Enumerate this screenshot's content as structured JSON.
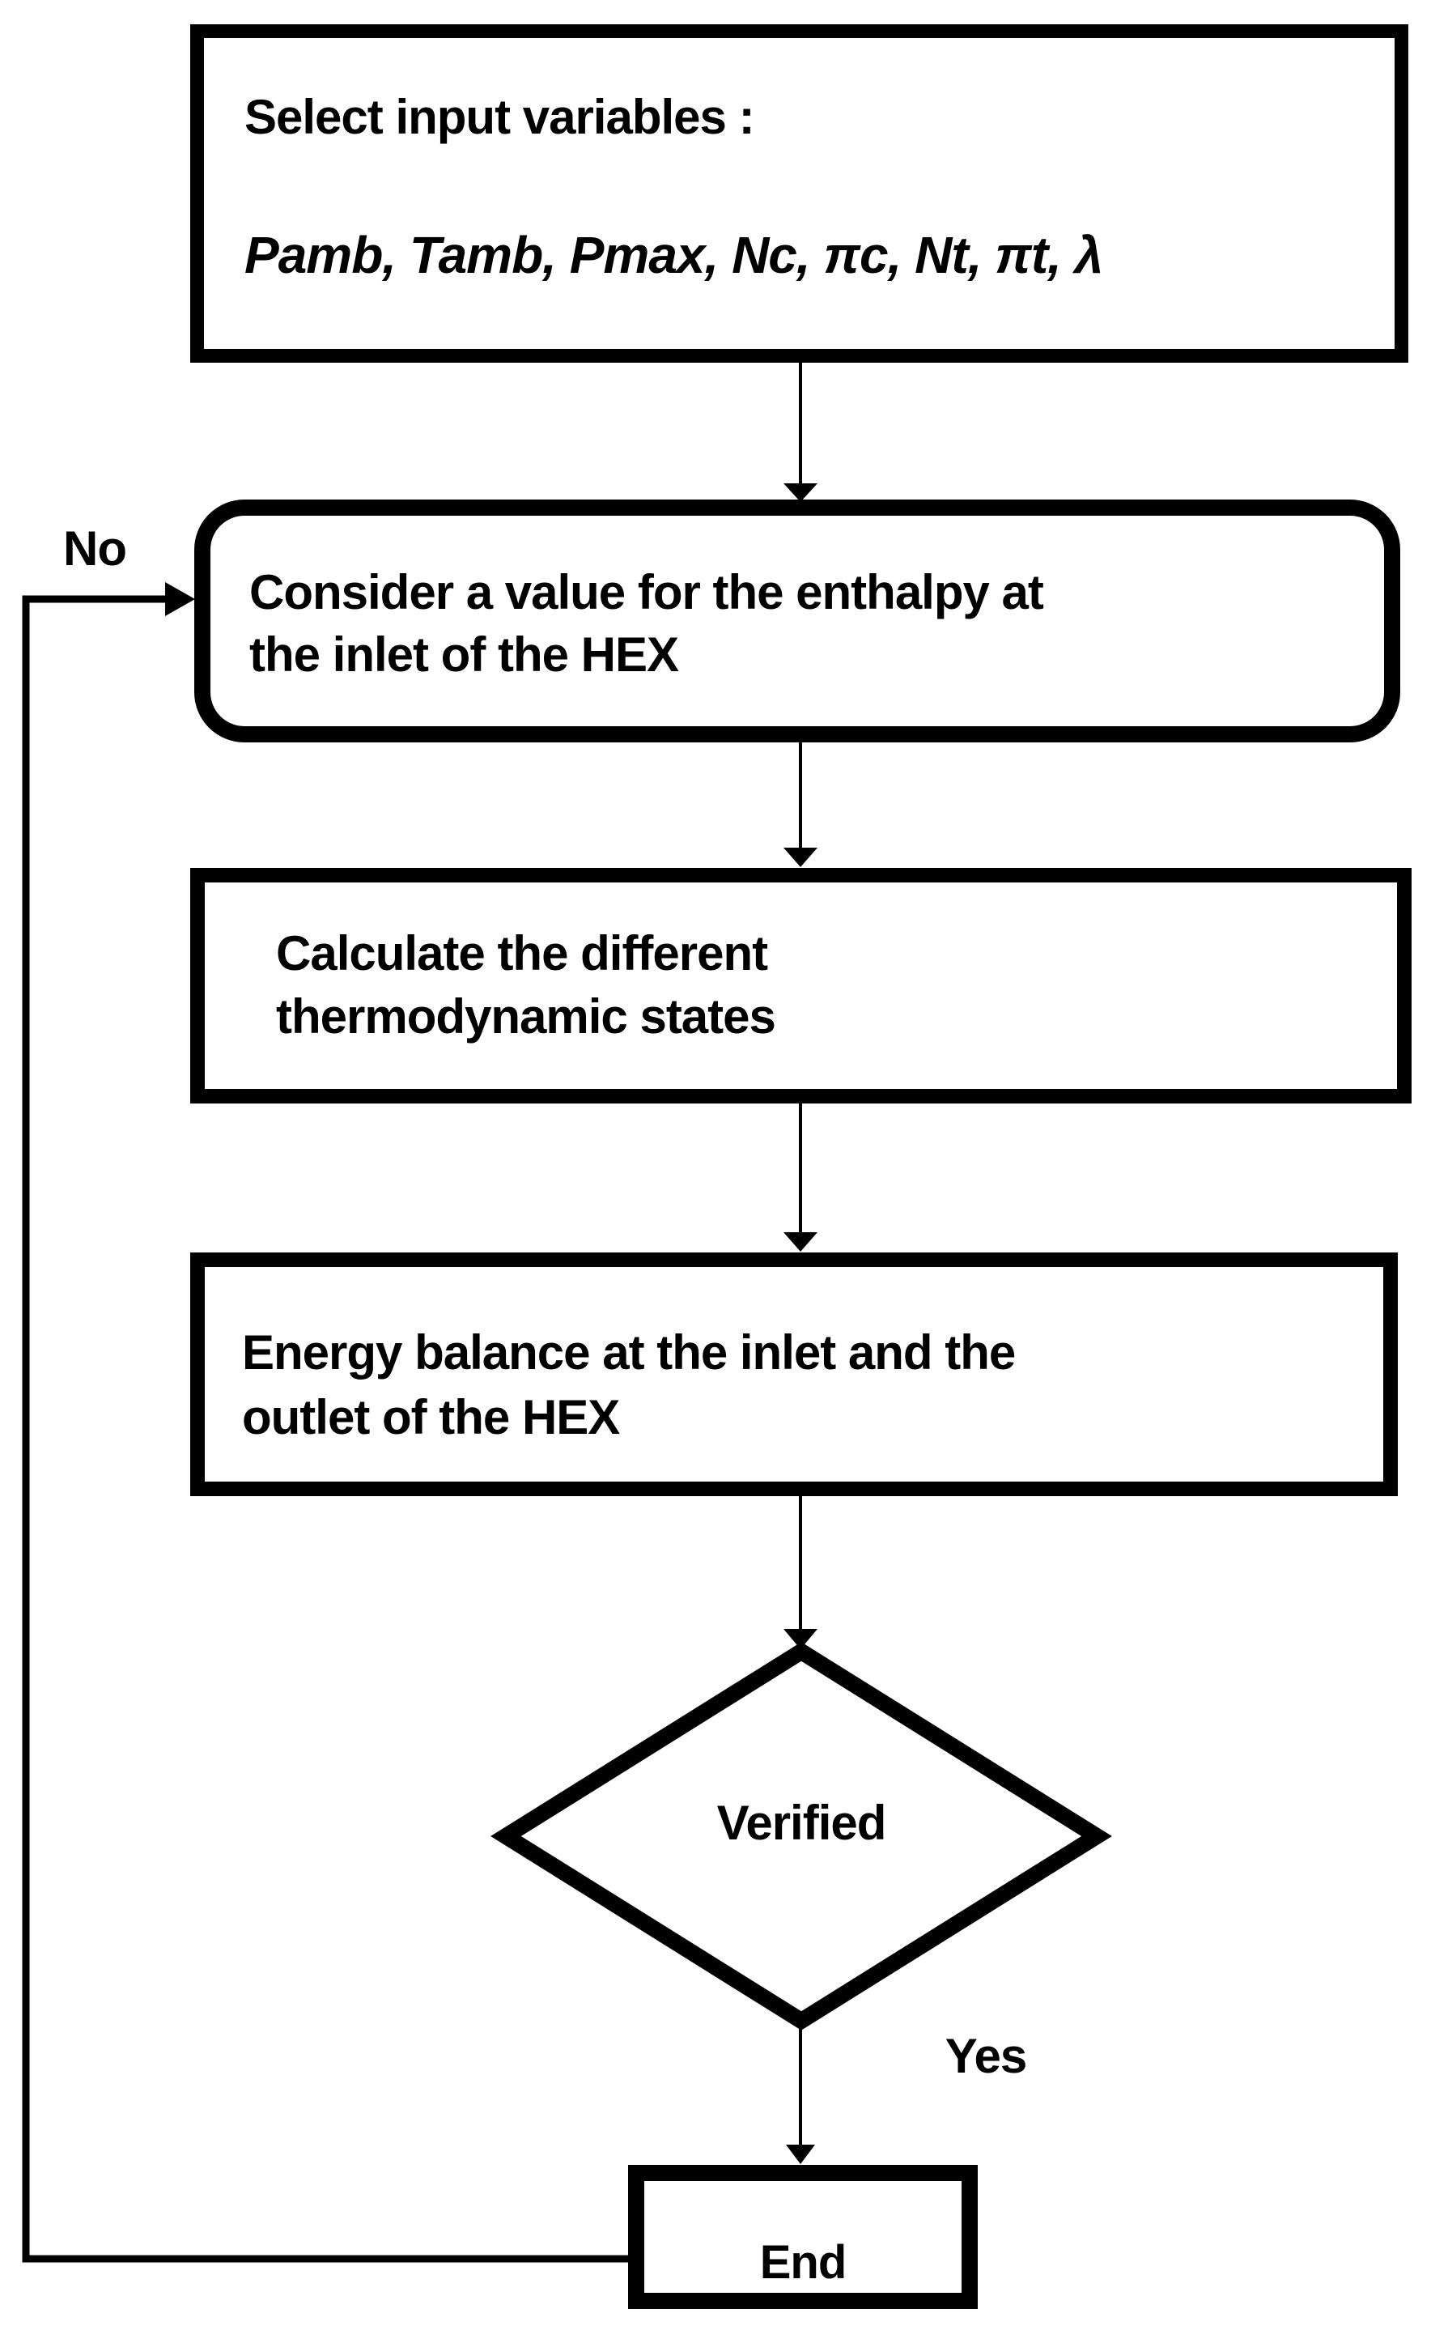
{
  "flowchart": {
    "background_color": "#ffffff",
    "stroke_color": "#000000",
    "nodes": {
      "select_input": {
        "line1": "Select input variables :",
        "line2": "Pamb, Tamb, Pmax, Nc, πc, Nt, πt, λ"
      },
      "consider_enthalpy": {
        "line1": "Consider a value for the enthalpy at",
        "line2": "the inlet of the HEX"
      },
      "calculate_states": {
        "line1": "Calculate the different",
        "line2": "thermodynamic states"
      },
      "energy_balance": {
        "line1": "Energy balance at the inlet and the",
        "line2": "outlet of the HEX"
      },
      "decision": {
        "label": "Verified"
      },
      "end": {
        "label": "End"
      }
    },
    "edge_labels": {
      "no": "No",
      "yes": "Yes"
    }
  }
}
